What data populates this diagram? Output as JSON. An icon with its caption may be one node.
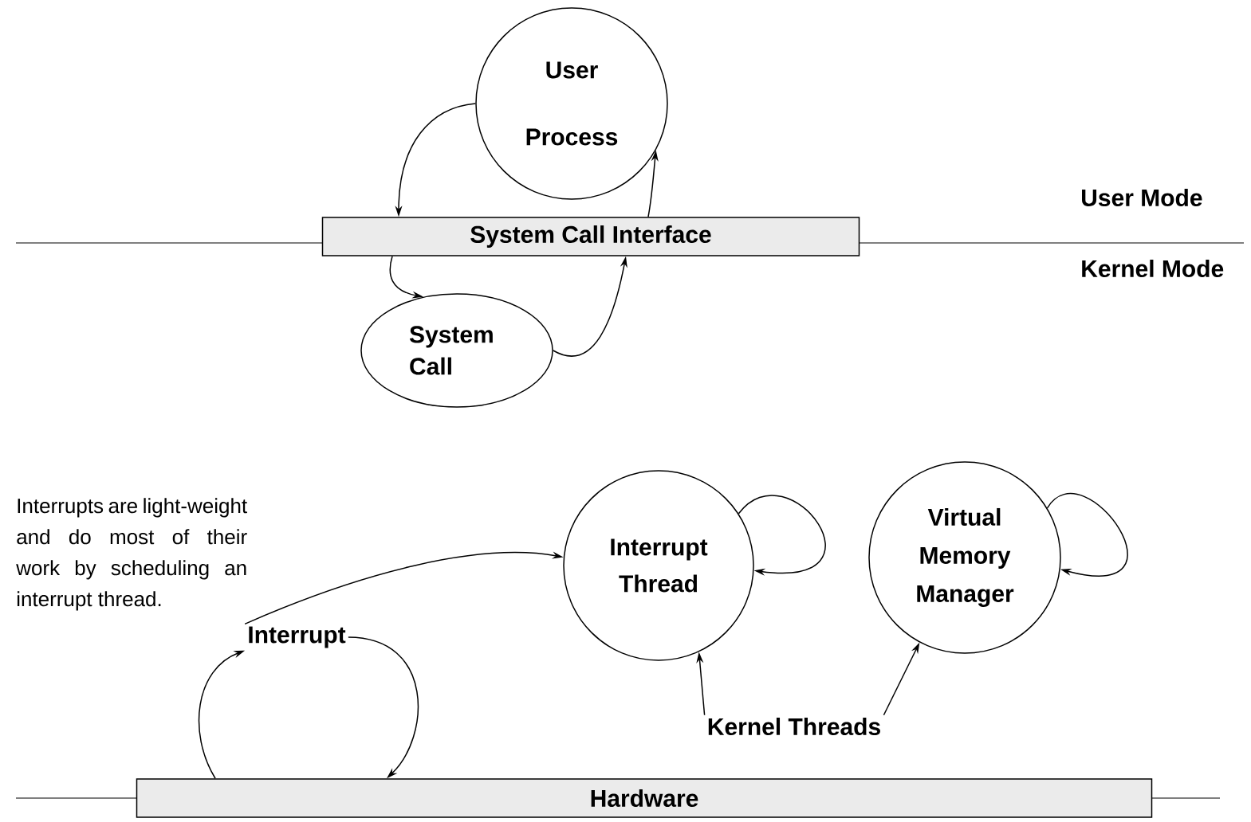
{
  "diagram": {
    "nodes": [
      {
        "text": [
          "User Process"
        ]
      },
      {
        "text": [
          "System Call Interface"
        ]
      },
      {
        "text": [
          "System Call"
        ]
      },
      {
        "text": [
          "Interrupt Thread"
        ]
      },
      {
        "text": [
          "Virtual Memory Manager"
        ]
      },
      {
        "text": [
          "Interrupt"
        ]
      },
      {
        "text": [
          "Kernel Threads"
        ]
      },
      {
        "text": [
          "Hardware"
        ]
      }
    ],
    "edges": [
      {
        "from": 0,
        "to": 1,
        "arrow": "to"
      },
      {
        "from": 1,
        "to": 0,
        "arrow": "to"
      },
      {
        "from": 1,
        "to": 2,
        "arrow": "to"
      },
      {
        "from": 2,
        "to": 1,
        "arrow": "to"
      },
      {
        "from": 3,
        "to": 3,
        "arrow": "to"
      },
      {
        "from": 4,
        "to": 4,
        "arrow": "to"
      },
      {
        "from": 5,
        "to": 3,
        "arrow": "to"
      },
      {
        "from": 7,
        "to": 5,
        "arrow": "to"
      },
      {
        "from": 5,
        "to": 7,
        "arrow": "to"
      },
      {
        "from": 6,
        "to": 3,
        "arrow": "to"
      },
      {
        "from": 6,
        "to": 4,
        "arrow": "to"
      }
    ],
    "labels": [
      "User Mode",
      "Kernel Mode",
      "Interrupts are light-weight and do most of their work by scheduling an interrupt thread."
    ]
  }
}
